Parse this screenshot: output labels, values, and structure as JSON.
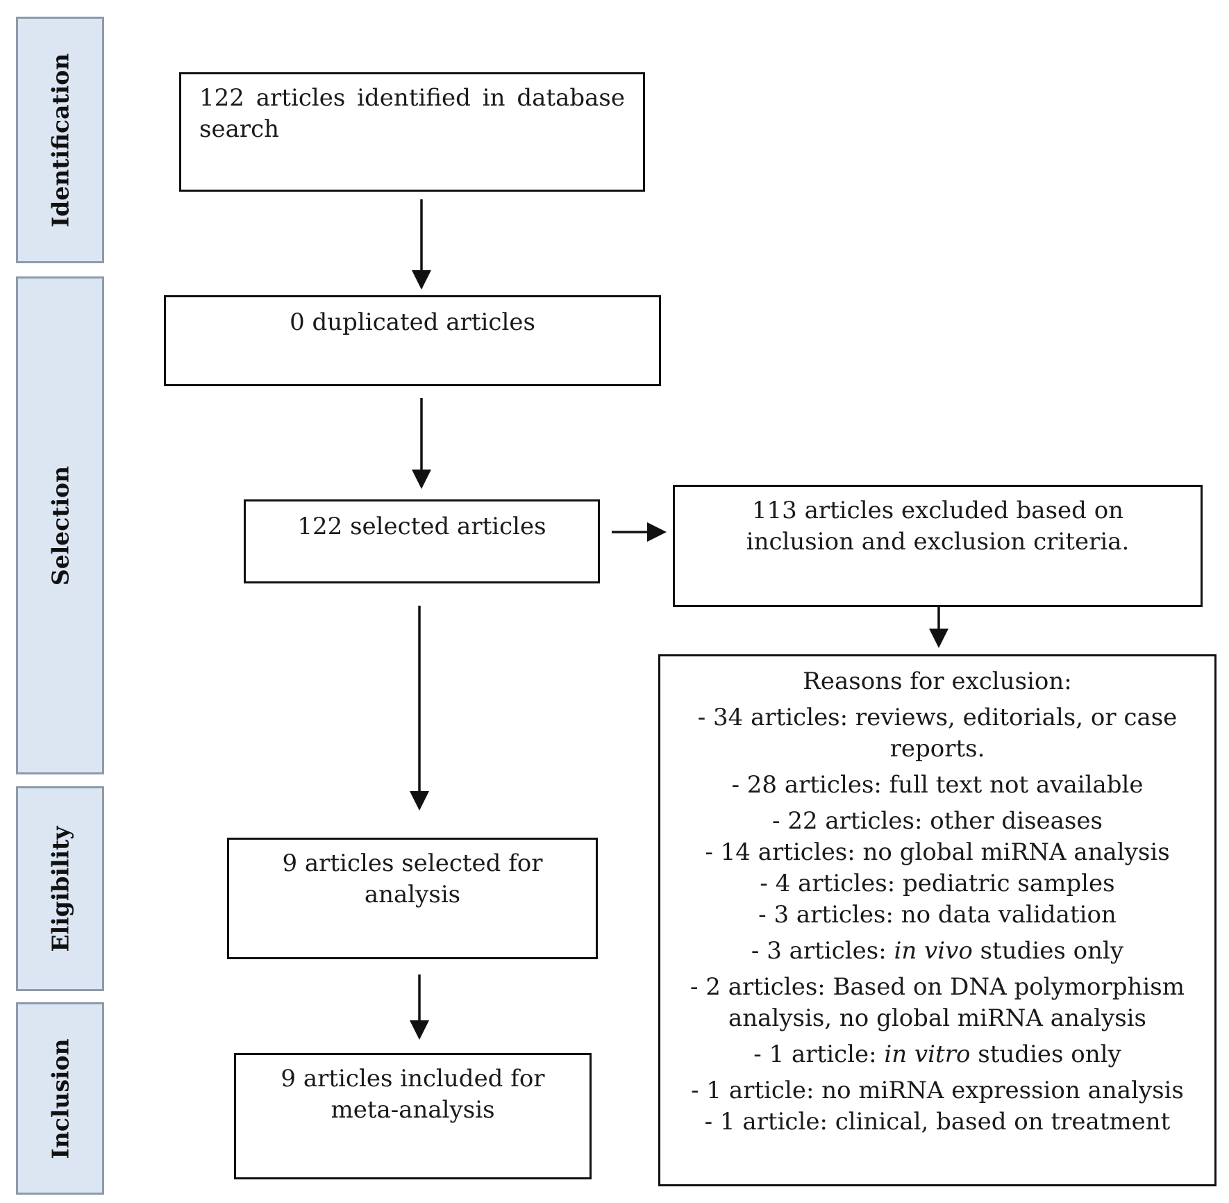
{
  "phases": {
    "identification": "Identification",
    "selection": "Selection",
    "eligibility": "Eligibility",
    "inclusion": "Inclusion"
  },
  "boxes": {
    "identified": "122 articles identified in database search",
    "duplicated": "0 duplicated articles",
    "selected": "122 selected articles",
    "excluded": "113 articles excluded based on inclusion and exclusion criteria.",
    "eligible": "9 articles selected for analysis",
    "included": "9 articles included for meta-analysis"
  },
  "reasons": {
    "heading": "Reasons for exclusion:",
    "item1": "- 34 articles: reviews, editorials, or case reports.",
    "item2": "- 28 articles: full text not available",
    "item3": "- 22 articles: other diseases",
    "item4": "- 14 articles: no global miRNA analysis",
    "item5": "- 4 articles: pediatric samples",
    "item6": "- 3 articles: no data validation",
    "item7_prefix": "- 3 articles: ",
    "item7_em": "in vivo",
    "item7_suffix": " studies only",
    "item8": "- 2 articles: Based on DNA polymorphism analysis, no global miRNA analysis",
    "item9_prefix": "- 1 article: ",
    "item9_em": "in vitro",
    "item9_suffix": " studies only",
    "item10": "- 1 article: no miRNA expression analysis",
    "item11": "- 1 article: clinical, based on treatment"
  }
}
